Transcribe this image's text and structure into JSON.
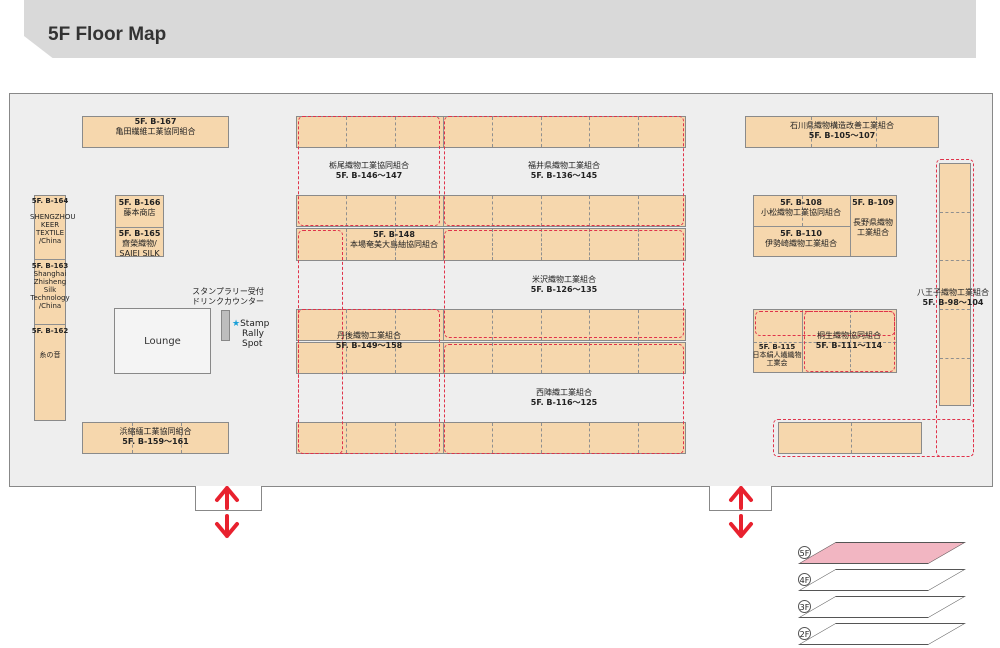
{
  "header": {
    "title": "5F Floor Map"
  },
  "lounge": {
    "label": "Lounge"
  },
  "reception": {
    "label_line1": "スタンプラリー受付",
    "label_line2": "ドリンクカウンター"
  },
  "stamp": {
    "star": "★",
    "line1": "Stamp",
    "line2": "Rally",
    "line3": "Spot"
  },
  "booths": {
    "b167": {
      "code": "5F. B-167",
      "name": "亀田繊維工業協同組合"
    },
    "b166": {
      "code": "5F. B-166",
      "name": "藤本商店"
    },
    "b165": {
      "code": "5F. B-165",
      "name1": "齋榮織物/",
      "name2": "SAIEI SILK"
    },
    "b164": {
      "code": "5F. B-164",
      "l1": "SHENGZHOU",
      "l2": "KEER",
      "l3": "TEXTILE",
      "l4": "/China"
    },
    "b163": {
      "code": "5F. B-163",
      "l1": "Shanghai",
      "l2": "Zhisheng",
      "l3": "Silk",
      "l4": "Technology",
      "l5": "/China"
    },
    "b162": {
      "code": "5F. B-162",
      "name": "糸の音"
    },
    "b159": {
      "name": "浜縮緬工業協同組合",
      "code": "5F. B-159～161"
    },
    "b146": {
      "name": "栃尾織物工業協同組合",
      "code": "5F. B-146～147"
    },
    "b136": {
      "name": "福井県織物工業組合",
      "code": "5F. B-136～145"
    },
    "b148": {
      "code": "5F. B-148",
      "name": "本場奄美大島紬協同組合"
    },
    "b126": {
      "name": "米沢織物工業組合",
      "code": "5F. B-126～135"
    },
    "b149": {
      "name": "丹後織物工業組合",
      "code": "5F. B-149～158"
    },
    "b116": {
      "name": "西陣織工業組合",
      "code": "5F. B-116～125"
    },
    "b105": {
      "name": "石川県織物構造改善工業組合",
      "code": "5F. B-105～107"
    },
    "b108": {
      "code": "5F. B-108",
      "name": "小松織物工業協同組合"
    },
    "b109": {
      "code": "5F. B-109",
      "name1": "長野県織物",
      "name2": "工業組合"
    },
    "b110": {
      "code": "5F. B-110",
      "name": "伊勢崎織物工業組合"
    },
    "b115": {
      "code": "5F. B-115",
      "name1": "日本絹人繊織物",
      "name2": "工業会"
    },
    "b111": {
      "name": "桐生織物協同組合",
      "code": "5F. B-111～114"
    },
    "b98": {
      "name": "八王子織物工業組合",
      "code": "5F. B-98～104"
    }
  },
  "floors": [
    {
      "label": "5F",
      "active": true
    },
    {
      "label": "4F",
      "active": false
    },
    {
      "label": "3F",
      "active": false
    },
    {
      "label": "2F",
      "active": false
    }
  ],
  "colors": {
    "booth": "#f6d7ad",
    "highlight": "#e0324a",
    "active_floor": "#f2b6c2",
    "arrow": "#e8212e",
    "star": "#1aa0d8"
  }
}
